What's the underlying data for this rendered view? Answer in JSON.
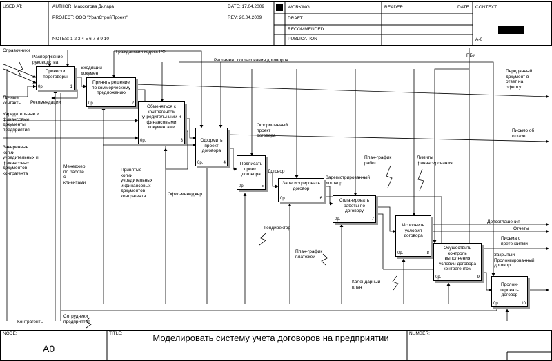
{
  "header": {
    "used_at": "USED AT:",
    "author": "AUTHOR:  Максютова Дилара",
    "project": "PROJECT:  ООО \"УралСтройПроект\"",
    "date": "DATE:  17.04.2009",
    "rev": "REV:   20.04.2009",
    "notes": "NOTES:  1  2  3  4  5  6  7  8  9  10",
    "status": [
      "WORKING",
      "DRAFT",
      "RECOMMENDED",
      "PUBLICATION"
    ],
    "reader": "READER",
    "date2": "DATE",
    "context": "CONTEXT:",
    "context_node": "A-0"
  },
  "footer": {
    "node_label": "NODE:",
    "node_value": "A0",
    "title_label": "TITLE:",
    "title_value": "Моделировать систему учета договоров на предприятии",
    "number_label": "NUMBER:"
  },
  "boxes": [
    {
      "id": 1,
      "text": "Провести\nпереговоры",
      "op": "0р.",
      "num": "1"
    },
    {
      "id": 2,
      "text": "Принять решение\nпо коммерческому\nпредложению",
      "op": "0р.",
      "num": "2"
    },
    {
      "id": 3,
      "text": "Обменяться с\nконтрагентом\nучредительными и\nфинансовыми\nдокументами",
      "op": "0р.",
      "num": "3"
    },
    {
      "id": 4,
      "text": "Оформить\nпроект\nдоговора",
      "op": "0р.",
      "num": "4"
    },
    {
      "id": 5,
      "text": "Подписать\nпроект\nдоговора",
      "op": "0р.",
      "num": "5"
    },
    {
      "id": 6,
      "text": "Зарегистрировать\nдоговор",
      "op": "0р.",
      "num": "6"
    },
    {
      "id": 7,
      "text": "Спланировать\nработы по\nдоговору",
      "op": "0р.",
      "num": "7"
    },
    {
      "id": 8,
      "text": "Исполнить\nусловия\nдоговора",
      "op": "0р.",
      "num": "8"
    },
    {
      "id": 9,
      "text": "Осуществить\nконтроль\nвыполнения\nусловий договора\nконтрагентом",
      "op": "0р.",
      "num": "9"
    },
    {
      "id": 10,
      "text": "Пролон-\nгировать\nдоговор",
      "op": "0р.",
      "num": "10"
    }
  ],
  "labels": [
    {
      "id": "spravochniki",
      "text": "Справочники"
    },
    {
      "id": "rasporyazhenie",
      "text": "Распоряжение\nруководства"
    },
    {
      "id": "lichnye",
      "text": "Личные\nконтакты"
    },
    {
      "id": "rekomendatsii",
      "text": "Рекомендации"
    },
    {
      "id": "uchr-docs",
      "text": "Учредительные и\nфинансовые\nдокументы\nпредприятия"
    },
    {
      "id": "zaverennye",
      "text": "Заверенные\nкопии\nучредительных и\nфинансовых\nдокументов\nконтрагента"
    },
    {
      "id": "kontragenty",
      "text": "Контрагенты"
    },
    {
      "id": "sotrudniki",
      "text": "Сотрудники\nпредприятия"
    },
    {
      "id": "grazhd",
      "text": "Гражданский кодекс РФ"
    },
    {
      "id": "reglament",
      "text": "Регламент согласования договоров"
    },
    {
      "id": "pbu",
      "text": "ПБУ"
    },
    {
      "id": "vkhodyashchiy",
      "text": "Входящий\nдокумент"
    },
    {
      "id": "menedzher",
      "text": "Менеджер\nпо работе\nс\nклиентами"
    },
    {
      "id": "prinyatye",
      "text": "Принятые\nкопии\nучредительных\nи финансовых\nдокументов\nконтрагента"
    },
    {
      "id": "ofis",
      "text": "Офис-менеджер"
    },
    {
      "id": "oformlennyy",
      "text": "Оформленный\nпроект\nдоговора"
    },
    {
      "id": "dogovor",
      "text": "Договор"
    },
    {
      "id": "gendirektor",
      "text": "Гендиректор"
    },
    {
      "id": "zaregistr",
      "text": "Зарегистрированный\nдоговор"
    },
    {
      "id": "plan-rabot",
      "text": "План-график\nработ"
    },
    {
      "id": "limity",
      "text": "Лимиты\nфинансирования"
    },
    {
      "id": "plan-platezhey",
      "text": "План-график\nплатежей"
    },
    {
      "id": "kalendarnyy",
      "text": "Календарный\nплан"
    },
    {
      "id": "peredannyy",
      "text": "Переданный\nдокумент в\nответ на\nоферту"
    },
    {
      "id": "pismo-otkaz",
      "text": "Письмо об\nотказе"
    },
    {
      "id": "dopsoglasheniya",
      "text": "Допсоглашения"
    },
    {
      "id": "otchety",
      "text": "Отчеты"
    },
    {
      "id": "pisma-pretenz",
      "text": "Письма с\nпретензиями"
    },
    {
      "id": "zakrytyy",
      "text": "Закрытый\nПролонгированный\nдоговор"
    }
  ]
}
